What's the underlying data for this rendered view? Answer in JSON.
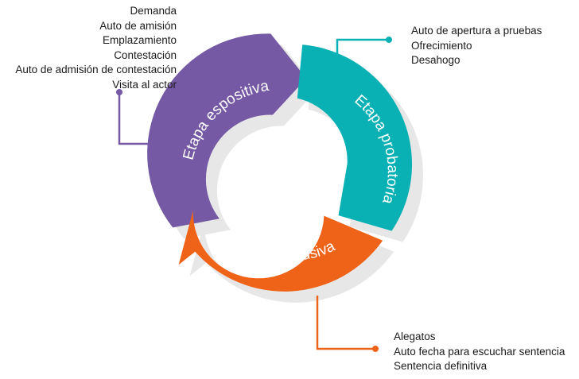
{
  "diagram": {
    "stages": [
      {
        "id": "expositiva",
        "label": "Etapa espositiva",
        "color": "#7659a4",
        "items": [
          "Demanda",
          "Auto de amisión",
          "Emplazamiento",
          "Contestación",
          "Auto de admisión de contestación",
          "Visita al actor"
        ]
      },
      {
        "id": "probatoria",
        "label": "Etapa probatoria",
        "color": "#0ab1b4",
        "items": [
          "Auto de apertura a pruebas",
          "Ofrecimiento",
          "Desahogo"
        ]
      },
      {
        "id": "conclusiva",
        "label": "Etapa conclusiva",
        "color": "#ef6318",
        "items": [
          "Alegatos",
          "Auto fecha para escuchar sentencia",
          "Sentencia definitiva"
        ]
      }
    ]
  }
}
